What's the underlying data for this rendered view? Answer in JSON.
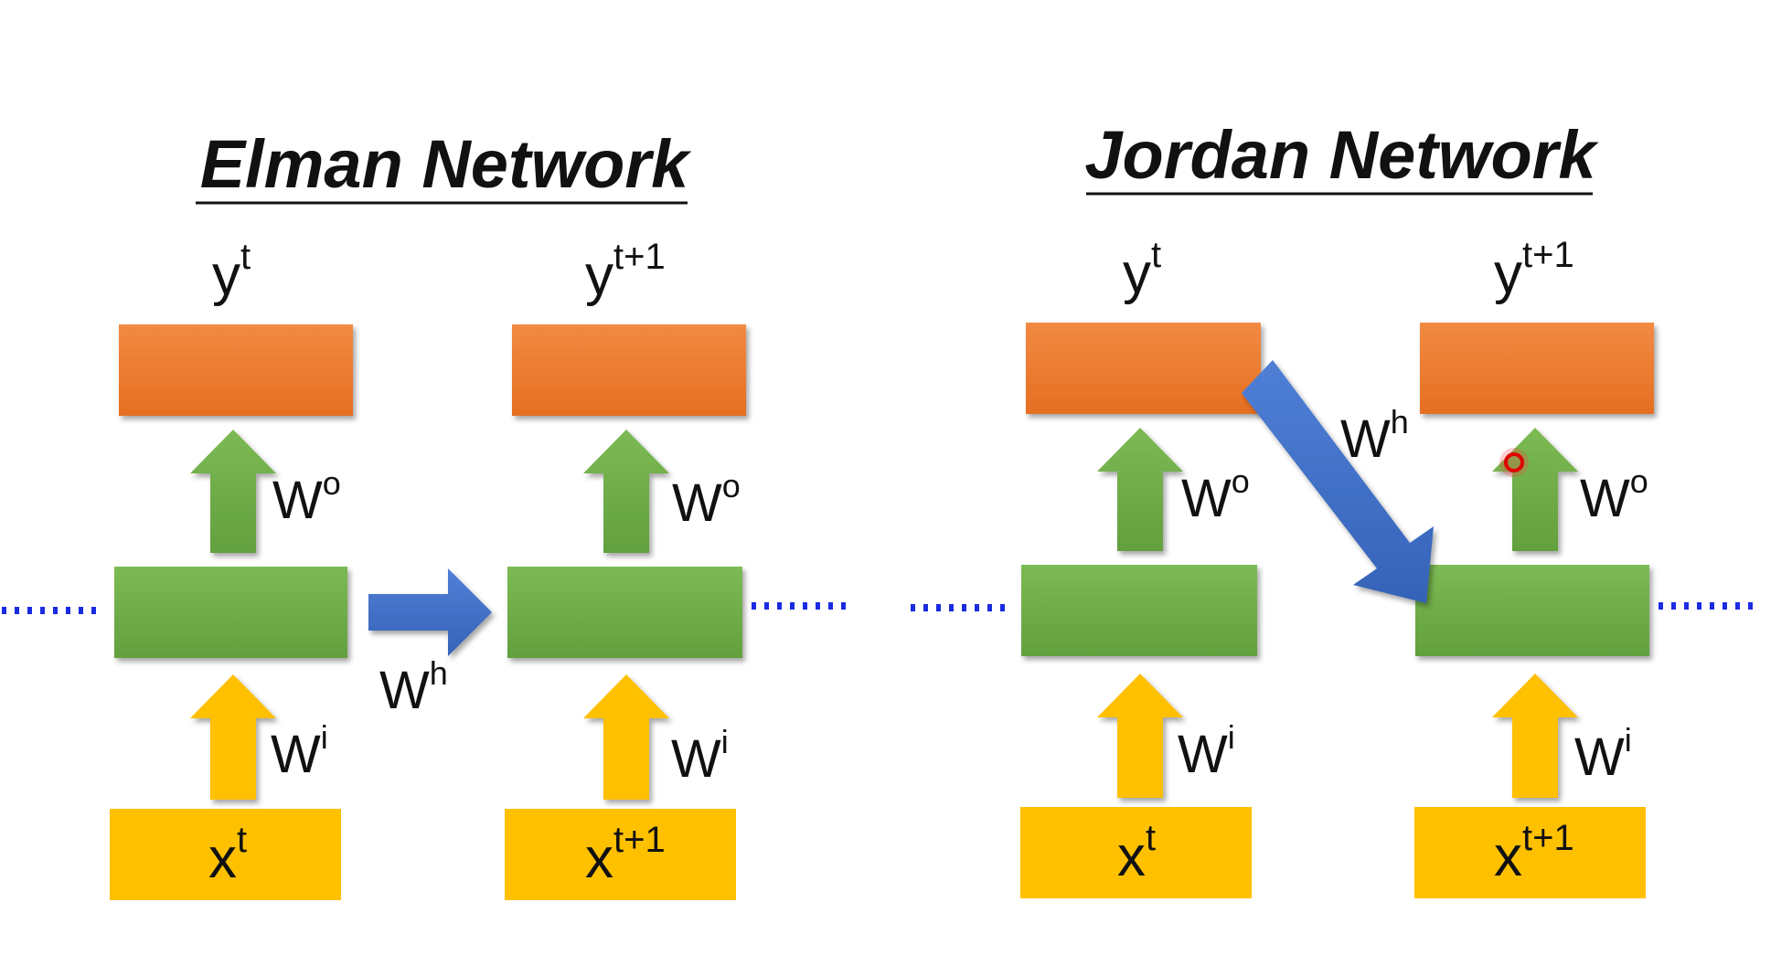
{
  "diagrams": [
    {
      "title": "Elman Network",
      "outputs": [
        {
          "base": "y",
          "sup": "t"
        },
        {
          "base": "y",
          "sup": "t+1"
        }
      ],
      "inputs": [
        {
          "base": "x",
          "sup": "t"
        },
        {
          "base": "x",
          "sup": "t+1"
        }
      ],
      "weights": {
        "output": {
          "base": "W",
          "sup": "o"
        },
        "input": {
          "base": "W",
          "sup": "i"
        },
        "recurrent": {
          "base": "W",
          "sup": "h"
        }
      }
    },
    {
      "title": "Jordan Network",
      "outputs": [
        {
          "base": "y",
          "sup": "t"
        },
        {
          "base": "y",
          "sup": "t+1"
        }
      ],
      "inputs": [
        {
          "base": "x",
          "sup": "t"
        },
        {
          "base": "x",
          "sup": "t+1"
        }
      ],
      "weights": {
        "output": {
          "base": "W",
          "sup": "o"
        },
        "input": {
          "base": "W",
          "sup": "i"
        },
        "recurrent": {
          "base": "W",
          "sup": "h"
        }
      }
    }
  ],
  "colors": {
    "output_box": "#ee7d31",
    "hidden_box": "#6fad47",
    "input_box": "#ffc000",
    "output_arrow": "#6fad47",
    "input_arrow": "#ffc000",
    "recurrent_arrow": "#4472c4",
    "dots": "#1a2be0",
    "cursor": "#e00000"
  }
}
